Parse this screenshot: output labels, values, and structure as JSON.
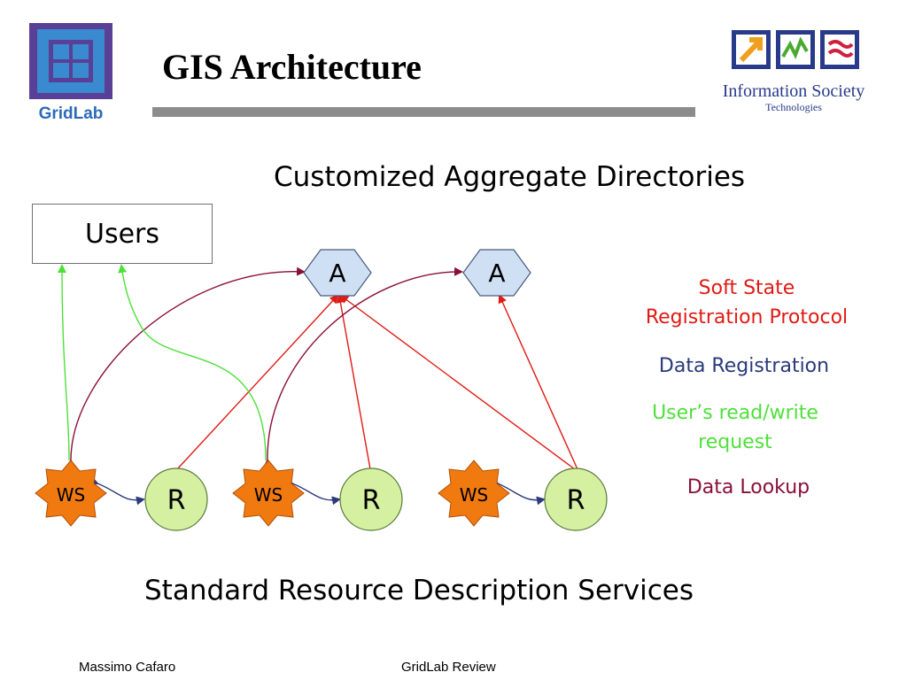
{
  "header": {
    "title": "GIS Architecture",
    "gridlab_logo_text": "GridLab",
    "ist_logo_line1": "Information Society",
    "ist_logo_line2": "Technologies"
  },
  "diagram": {
    "top_heading": "Customized Aggregate Directories",
    "bottom_heading": "Standard Resource Description Services",
    "users_label": "Users",
    "aggregate_labels": [
      "A",
      "A"
    ],
    "ws_labels": [
      "WS",
      "WS",
      "WS"
    ],
    "resource_labels": [
      "R",
      "R",
      "R"
    ]
  },
  "legend": {
    "soft_state": "Soft State\nRegistration Protocol",
    "data_registration": "Data Registration",
    "user_rw": "User’s read/write\nrequest",
    "data_lookup": "Data Lookup"
  },
  "colors": {
    "soft_state": "#e01a14",
    "data_registration": "#2a3a7a",
    "user_rw": "#4ee03a",
    "data_lookup": "#8a0f3a",
    "ws_fill": "#f07a10",
    "resource_fill": "#d4f0a0",
    "aggregate_fill": "#cfe0f4"
  },
  "footer": {
    "author": "Massimo Cafaro",
    "center": "GridLab Review"
  }
}
